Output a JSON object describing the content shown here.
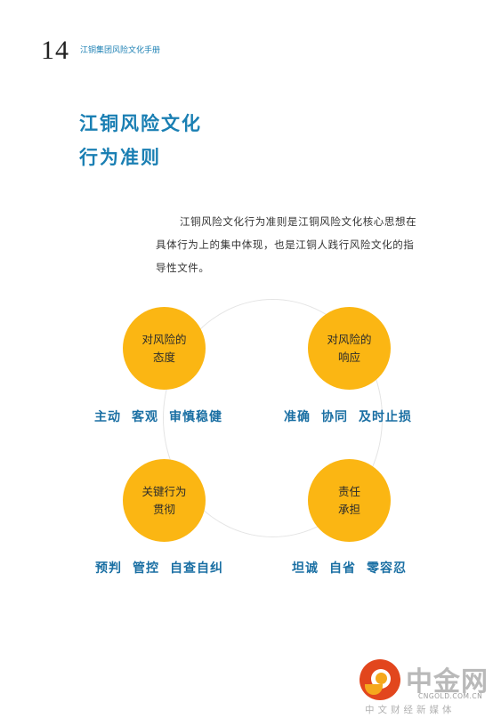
{
  "header": {
    "page_number": "14",
    "title": "江铜集团风险文化手册"
  },
  "section": {
    "title_line1": "江铜风险文化",
    "title_line2": "行为准则"
  },
  "intro_text": "江铜风险文化行为准则是江铜风险文化核心思想在具体行为上的集中体现，也是江铜人践行风险文化的指导性文件。",
  "diagram": {
    "accent_color": "#fbb613",
    "text_color": "#1a6fa3",
    "quadrants": [
      {
        "line1": "对风险的",
        "line2": "态度",
        "values": [
          "主动",
          "客观",
          "审慎稳健"
        ]
      },
      {
        "line1": "对风险的",
        "line2": "响应",
        "values": [
          "准确",
          "协同",
          "及时止损"
        ]
      },
      {
        "line1": "关键行为",
        "line2": "贯彻",
        "values": [
          "预判",
          "管控",
          "自查自纠"
        ]
      },
      {
        "line1": "责任",
        "line2": "承担",
        "values": [
          "坦诚",
          "自省",
          "零容忍"
        ]
      }
    ]
  },
  "watermark": {
    "name": "中金网",
    "domain": "CNGOLD.COM.CN",
    "tagline": "中文财经新媒体"
  }
}
